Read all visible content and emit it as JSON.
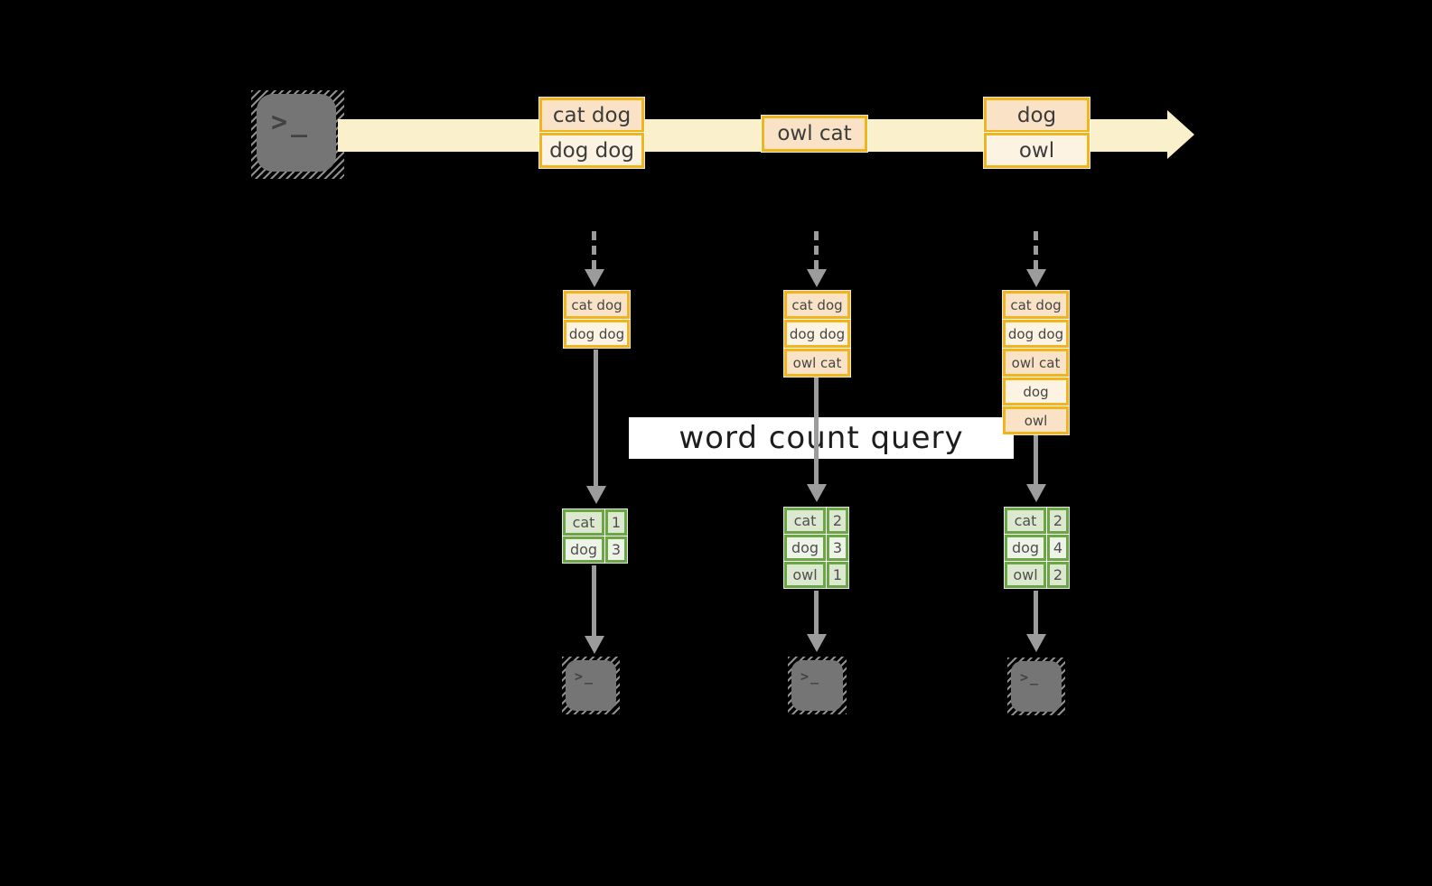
{
  "diagram": {
    "title_band": {
      "label": "word count query"
    },
    "terminal_glyph": ">_",
    "stream": {
      "events": [
        {
          "lines": [
            "cat dog",
            "dog dog"
          ]
        },
        {
          "lines": [
            "owl cat"
          ]
        },
        {
          "lines": [
            "dog",
            "owl"
          ]
        }
      ]
    },
    "snapshots": [
      {
        "buffer": [
          "cat dog",
          "dog dog"
        ],
        "counts": [
          {
            "word": "cat",
            "n": "1"
          },
          {
            "word": "dog",
            "n": "3"
          }
        ]
      },
      {
        "buffer": [
          "cat dog",
          "dog dog",
          "owl cat"
        ],
        "counts": [
          {
            "word": "cat",
            "n": "2"
          },
          {
            "word": "dog",
            "n": "3"
          },
          {
            "word": "owl",
            "n": "1"
          }
        ]
      },
      {
        "buffer": [
          "cat dog",
          "dog dog",
          "owl cat",
          "dog",
          "owl"
        ],
        "counts": [
          {
            "word": "cat",
            "n": "2"
          },
          {
            "word": "dog",
            "n": "4"
          },
          {
            "word": "owl",
            "n": "2"
          }
        ]
      }
    ],
    "colors": {
      "background": "#000000",
      "stream_band": "#FBF0CC",
      "event_border": "#F0B41C",
      "event_fill_dark": "#F9E2C5",
      "event_fill_light": "#FDF3E3",
      "table_border": "#6AA744",
      "table_fill_dark": "#DCE8D0",
      "table_fill_light": "#EEF3E7",
      "arrow_gray": "#9C9C9C",
      "terminal_gray": "#757575",
      "query_band": "#FFFFFF"
    }
  }
}
